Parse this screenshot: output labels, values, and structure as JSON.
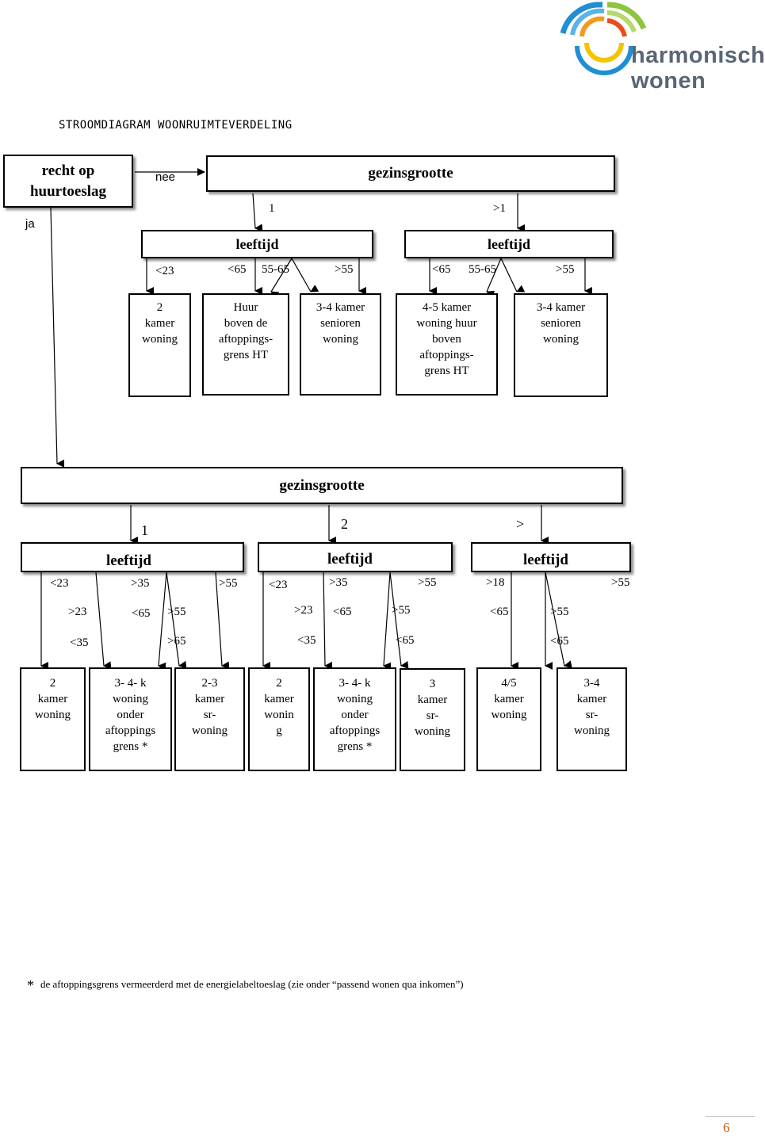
{
  "logo": {
    "line1": "harmonisch",
    "line2": "wonen"
  },
  "title": "STROOMDIAGRAM WOONRUIMTEVERDELING",
  "top": {
    "start_box": "recht op huurtoeslag",
    "no_label": "nee",
    "yes_label": "ja",
    "size_box": "gezinsgrootte",
    "size_1": "1",
    "size_gt1": ">1",
    "age_box_left": "leeftijd",
    "age_box_right": "leeftijd",
    "ages_left": [
      "<23",
      "<65",
      "55-65",
      ">55"
    ],
    "ages_right": [
      "<65",
      "55-65",
      ">55"
    ],
    "outcomes": [
      [
        "2",
        "kamer",
        "woning"
      ],
      [
        "Huur",
        "boven de",
        "aftoppings-",
        "grens HT"
      ],
      [
        "3-4 kamer",
        "senioren",
        "woning"
      ],
      [
        "4-5 kamer",
        "woning huur",
        "boven",
        "aftoppings-",
        "grens HT"
      ],
      [
        "3-4 kamer",
        "senioren",
        "woning"
      ]
    ]
  },
  "bottom": {
    "size_box": "gezinsgrootte",
    "size_1": "1",
    "size_2": "2",
    "size_gt": ">",
    "age_boxes": [
      "leeftijd",
      "leeftijd",
      "leeftijd"
    ],
    "row1": [
      "<23",
      ">35",
      ">55",
      "<23",
      ">35",
      ">55",
      ">18",
      ">55"
    ],
    "row2": [
      ">23",
      "<65",
      ">55",
      ">23",
      "<65",
      ">55",
      "<65",
      ">55"
    ],
    "row3": [
      "<35",
      ">65",
      "<35",
      "<65",
      "<65"
    ],
    "outcomes": [
      [
        "2",
        "kamer",
        "woning"
      ],
      [
        "3- 4- k",
        "woning",
        "onder",
        "aftoppings",
        "grens *"
      ],
      [
        "2-3",
        "kamer",
        "sr-",
        "woning"
      ],
      [
        "2",
        "kamer",
        "wonin",
        "g"
      ],
      [
        "3- 4- k",
        "woning",
        "onder",
        "aftoppings",
        "grens *"
      ],
      [
        "3",
        "kamer",
        "sr-",
        "woning"
      ],
      [
        "4/5",
        "kamer",
        "woning"
      ],
      [
        "3-4",
        "kamer",
        "sr-",
        "woning"
      ]
    ]
  },
  "footnote": {
    "symbol": "*",
    "text": "de aftoppingsgrens vermeerderd met de energielabeltoeslag (zie onder “passend wonen qua inkomen”)"
  },
  "page_number": "6",
  "colors": {
    "logo_text": "#5a6675",
    "logo_blue": "#1f8fd2",
    "logo_green": "#8cc63f",
    "logo_orange": "#f39a1e",
    "page_number": "#c55a11"
  }
}
